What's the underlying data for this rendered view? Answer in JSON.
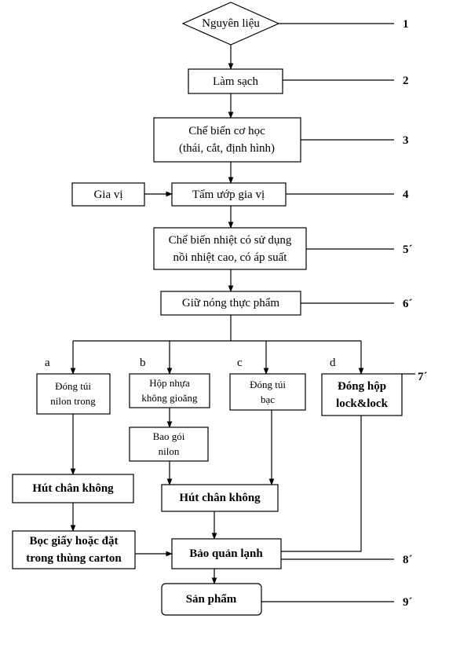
{
  "nodes": {
    "n1": {
      "text": [
        "Nguyên liệu"
      ]
    },
    "n2": {
      "text": [
        "Làm sạch"
      ]
    },
    "n3": {
      "text": [
        "Chế biến cơ học",
        "(thái, cắt, định hình)"
      ]
    },
    "n4_spice": {
      "text": [
        "Gia vị"
      ]
    },
    "n4": {
      "text": [
        "Tẩm ướp gia vị"
      ]
    },
    "n5": {
      "text": [
        "Chế biến nhiệt có sử dụng",
        "nồi nhiệt cao, có áp suất"
      ]
    },
    "n6": {
      "text": [
        "Giữ nóng thực phẩm"
      ]
    },
    "a1": {
      "text": [
        "Đóng túi",
        "nilon trong"
      ]
    },
    "b1": {
      "text": [
        "Hộp nhựa",
        "không gioăng"
      ]
    },
    "b2": {
      "text": [
        "Bao gói",
        "nilon"
      ]
    },
    "c1": {
      "text": [
        "Đóng túi",
        "bạc"
      ]
    },
    "d1": {
      "text": [
        "Đóng hộp",
        "lock&lock"
      ]
    },
    "a2": {
      "text": [
        "Hút chân không"
      ]
    },
    "bc2": {
      "text": [
        "Hút chân không"
      ]
    },
    "a3": {
      "text": [
        "Bọc giấy hoặc đặt",
        "trong thùng carton"
      ]
    },
    "n8": {
      "text": [
        "Bảo quản lạnh"
      ]
    },
    "n9": {
      "text": [
        "Sản phẩm"
      ]
    }
  },
  "branch_letters": {
    "a": "a",
    "b": "b",
    "c": "c",
    "d": "d"
  },
  "step_numbers": {
    "s1": "1",
    "s2": "2",
    "s3": "3",
    "s4": "4",
    "s5": "5´",
    "s6": "6´",
    "s7": "7´",
    "s8": "8´",
    "s9": "9´"
  }
}
